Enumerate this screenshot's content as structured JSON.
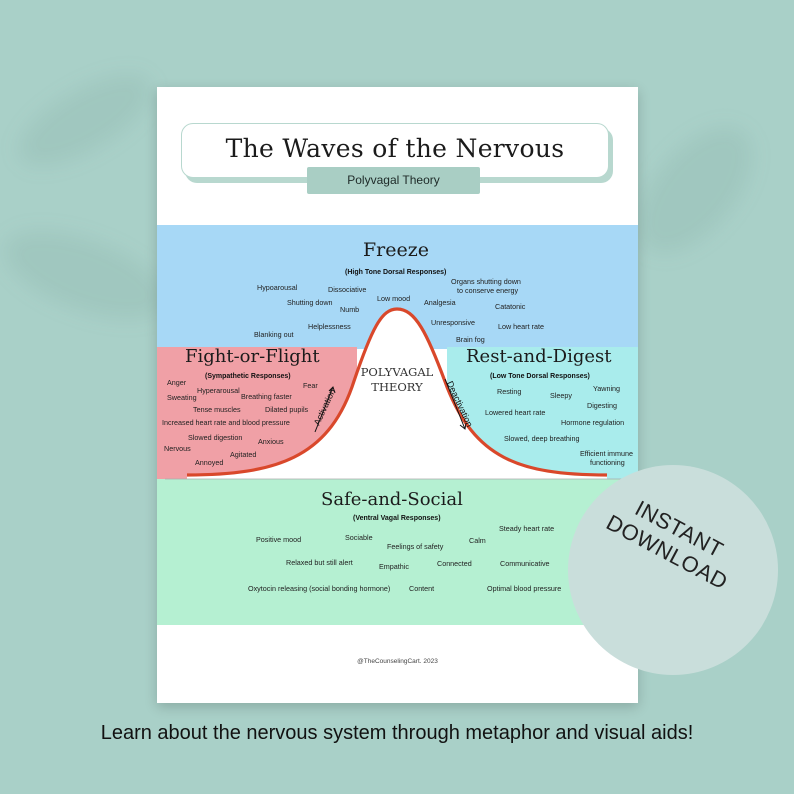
{
  "poster": {
    "title": "The Waves of the Nervous System",
    "subtitle": "Polyvagal Theory",
    "freeze": {
      "heading": "Freeze",
      "subheading": "(High Tone Dorsal Responses)",
      "words": [
        "Hypoarousal",
        "Dissociative",
        "Shutting down",
        "Numb",
        "Low mood",
        "Analgesia",
        "Organs shutting down",
        "to conserve energy",
        "Catatonic",
        "Helplessness",
        "Unresponsive",
        "Low heart rate",
        "Blanking out",
        "Brain fog"
      ]
    },
    "fight": {
      "heading": "Fight-or-Flight",
      "subheading": "(Sympathetic Responses)",
      "words": [
        "Anger",
        "Fear",
        "Hyperarousal",
        "Sweating",
        "Breathing faster",
        "Tense muscles",
        "Dilated pupils",
        "Increased heart rate and blood pressure",
        "Slowed digestion",
        "Anxious",
        "Nervous",
        "Agitated",
        "Annoyed"
      ]
    },
    "rest": {
      "heading": "Rest-and-Digest",
      "subheading": "(Low Tone Dorsal Responses)",
      "words": [
        "Resting",
        "Yawning",
        "Sleepy",
        "Digesting",
        "Lowered heart rate",
        "Hormone regulation",
        "Slowed, deep breathing",
        "Efficient immune",
        "functioning"
      ]
    },
    "safe": {
      "heading": "Safe-and-Social",
      "subheading": "(Ventral Vagal Responses)",
      "words": [
        "Steady heart rate",
        "Positive mood",
        "Sociable",
        "Calm",
        "Feelings of safety",
        "Relaxed but still alert",
        "Connected",
        "Communicative",
        "Empathic",
        "Oxytocin releasing (social bonding hormone)",
        "Content",
        "Optimal blood pressure"
      ]
    },
    "center_line1": "POLYVAGAL",
    "center_line2": "THEORY",
    "activation_label": "Activation",
    "deactivation_label": "Deactivation",
    "footer": "@TheCounselingCart. 2023"
  },
  "badge": {
    "line1": "INSTANT",
    "line2": "DOWNLOAD"
  },
  "caption": "Learn about the nervous system through metaphor and visual aids!",
  "colors": {
    "background": "#a9d0c8",
    "freeze": "#a7d8f6",
    "fight": "#f0a0a6",
    "rest": "#a9ecec",
    "safe": "#b5f0d2",
    "curve": "#d9482b"
  }
}
